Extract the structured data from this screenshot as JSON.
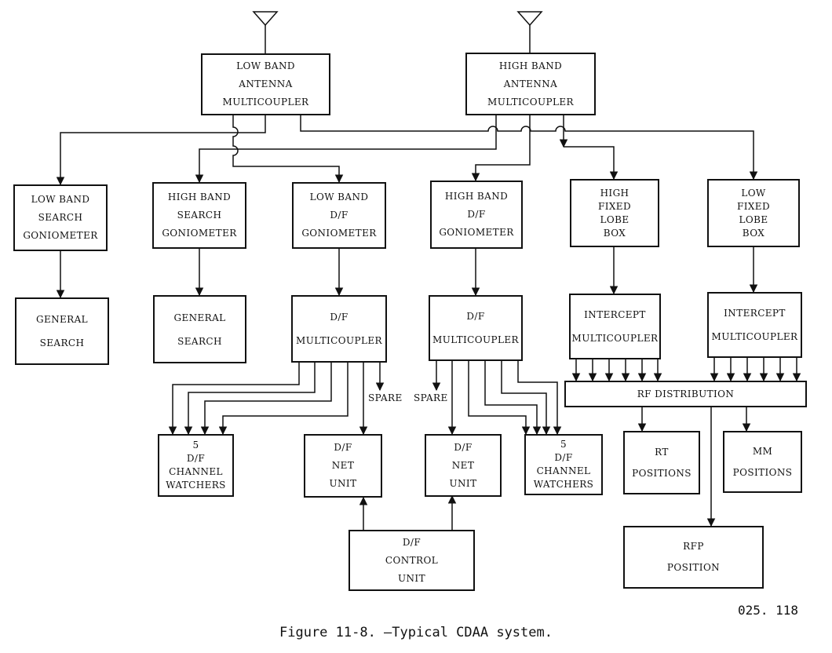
{
  "boxes": {
    "low_band_antenna_multicoupler": [
      "LOW BAND",
      "ANTENNA",
      "MULTICOUPLER"
    ],
    "high_band_antenna_multicoupler": [
      "HIGH BAND",
      "ANTENNA",
      "MULTICOUPLER"
    ],
    "low_band_search_goniometer": [
      "LOW BAND",
      "SEARCH",
      "GONIOMETER"
    ],
    "high_band_search_goniometer": [
      "HIGH BAND",
      "SEARCH",
      "GONIOMETER"
    ],
    "low_band_df_goniometer": [
      "LOW BAND",
      "D/F",
      "GONIOMETER"
    ],
    "high_band_df_goniometer": [
      "HIGH BAND",
      "D/F",
      "GONIOMETER"
    ],
    "high_fixed_lobe_box": [
      "HIGH",
      "FIXED",
      "LOBE",
      "BOX"
    ],
    "low_fixed_lobe_box": [
      "LOW",
      "FIXED",
      "LOBE",
      "BOX"
    ],
    "general_search_1": [
      "GENERAL",
      "SEARCH"
    ],
    "general_search_2": [
      "GENERAL",
      "SEARCH"
    ],
    "df_multicoupler_1": [
      "D/F",
      "MULTICOUPLER"
    ],
    "df_multicoupler_2": [
      "D/F",
      "MULTICOUPLER"
    ],
    "intercept_multicoupler_1": [
      "INTERCEPT",
      "MULTICOUPLER"
    ],
    "intercept_multicoupler_2": [
      "INTERCEPT",
      "MULTICOUPLER"
    ],
    "rf_distribution": [
      "RF DISTRIBUTION"
    ],
    "df_channel_watchers_1": [
      "5",
      "D/F",
      "CHANNEL",
      "WATCHERS"
    ],
    "df_channel_watchers_2": [
      "5",
      "D/F",
      "CHANNEL",
      "WATCHERS"
    ],
    "df_net_unit_1": [
      "D/F",
      "NET",
      "UNIT"
    ],
    "df_net_unit_2": [
      "D/F",
      "NET",
      "UNIT"
    ],
    "rt_positions": [
      "RT",
      "POSITIONS"
    ],
    "mm_positions": [
      "MM",
      "POSITIONS"
    ],
    "rfp_position": [
      "RFP",
      "POSITION"
    ],
    "df_control_unit": [
      "D/F",
      "CONTROL",
      "UNIT"
    ]
  },
  "labels": {
    "spare_1": "SPARE",
    "spare_2": "SPARE"
  },
  "figure_id": "025. 118",
  "caption": "Figure 11-8. —Typical CDAA system."
}
